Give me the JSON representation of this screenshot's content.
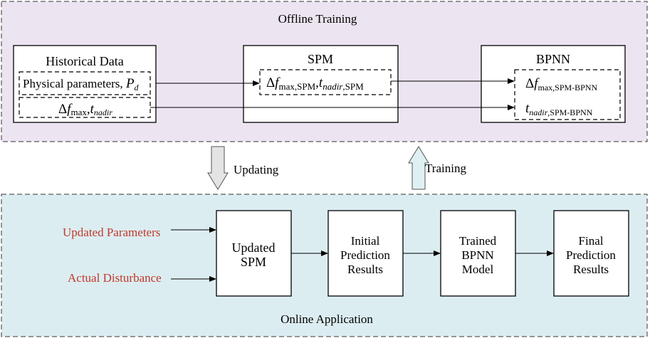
{
  "offline_panel": {
    "title": "Offline Training",
    "historical": {
      "title": "Historical Data",
      "physical_params": "Physical parameters, ",
      "pd_symbol": "P",
      "pd_sub": "d",
      "freq_delta": "Δ",
      "freq_f": "f",
      "freq_sub": "max",
      "comma": ",",
      "t": "t",
      "t_sub": "nadir"
    },
    "spm": {
      "title": "SPM",
      "delta": "Δ",
      "f": "f",
      "f_sub": "max,SPM",
      "comma": ",",
      "t": "t",
      "t_sub": "nadir",
      "t_sub2": ",SPM"
    },
    "bpnn": {
      "title": "BPNN",
      "delta": "Δ",
      "f": "f",
      "f_sub": "max,SPM-BPNN",
      "t": "t",
      "t_sub": "nadir",
      "t_sub2": ",SPM-BPNN"
    }
  },
  "transitions": {
    "updating": "Updating",
    "training": "Training"
  },
  "online_panel": {
    "title": "Online Application",
    "inputs": [
      "Updated Parameters",
      "Actual Disturbance"
    ],
    "blocks": [
      {
        "lines": [
          "Updated",
          "SPM"
        ]
      },
      {
        "lines": [
          "Initial",
          "Prediction",
          "Results"
        ]
      },
      {
        "lines": [
          "Trained",
          "BPNN",
          "Model"
        ]
      },
      {
        "lines": [
          "Final",
          "Prediction",
          "Results"
        ]
      }
    ]
  },
  "colors": {
    "offline_bg": "#ede4f1",
    "online_bg": "#dcedf1",
    "input_text": "#c0392b",
    "down_arrow": "#e4e4e4",
    "up_arrow": "#dff0f2"
  }
}
